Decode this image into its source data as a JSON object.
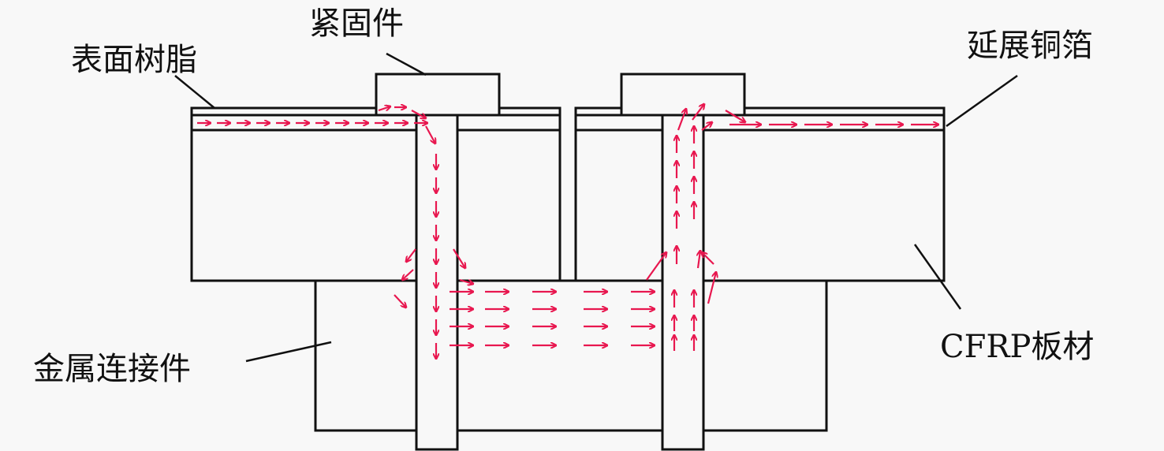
{
  "labels": {
    "fastener": "紧固件",
    "surface_resin": "表面树脂",
    "expanded_copper_foil": "延展铜箔",
    "cfrp_plate": "CFRP板材",
    "metal_connector": "金属连接件"
  },
  "colors": {
    "outline": "#111111",
    "current_arrow": "#e8174f",
    "background": "#f8f8f8"
  }
}
